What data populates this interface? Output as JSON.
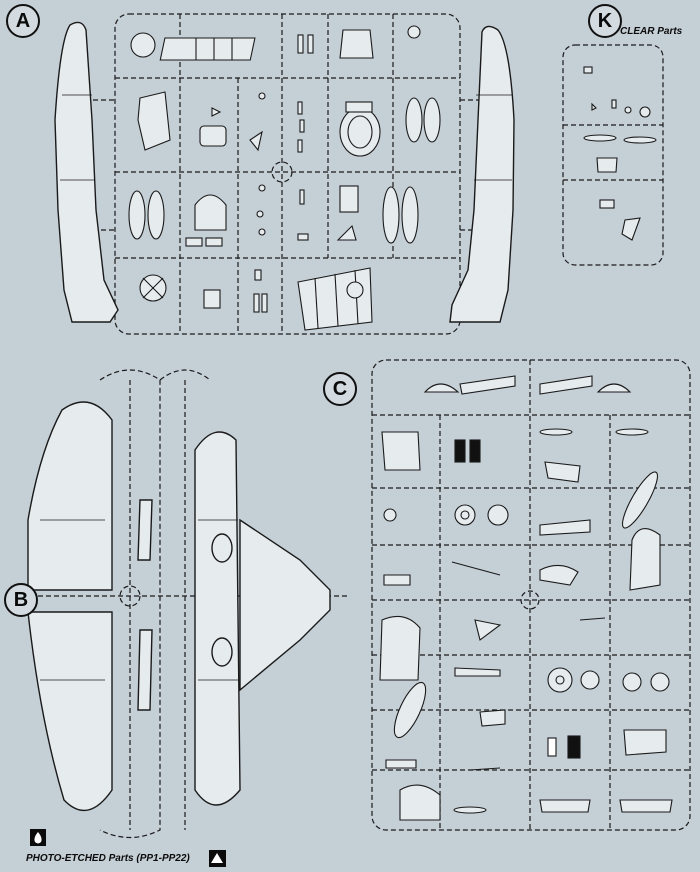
{
  "sheet": {
    "background": "#c5cfd6",
    "line_color": "#1a1a1a",
    "sprues": [
      {
        "id": "A"
      },
      {
        "id": "B"
      },
      {
        "id": "C"
      },
      {
        "id": "K",
        "caption": "CLEAR Parts"
      }
    ],
    "footer": {
      "caption": "PHOTO-ETCHED Parts (PP1-PP22)",
      "icons": [
        "drop-icon",
        "triangle-marker-icon"
      ]
    }
  }
}
